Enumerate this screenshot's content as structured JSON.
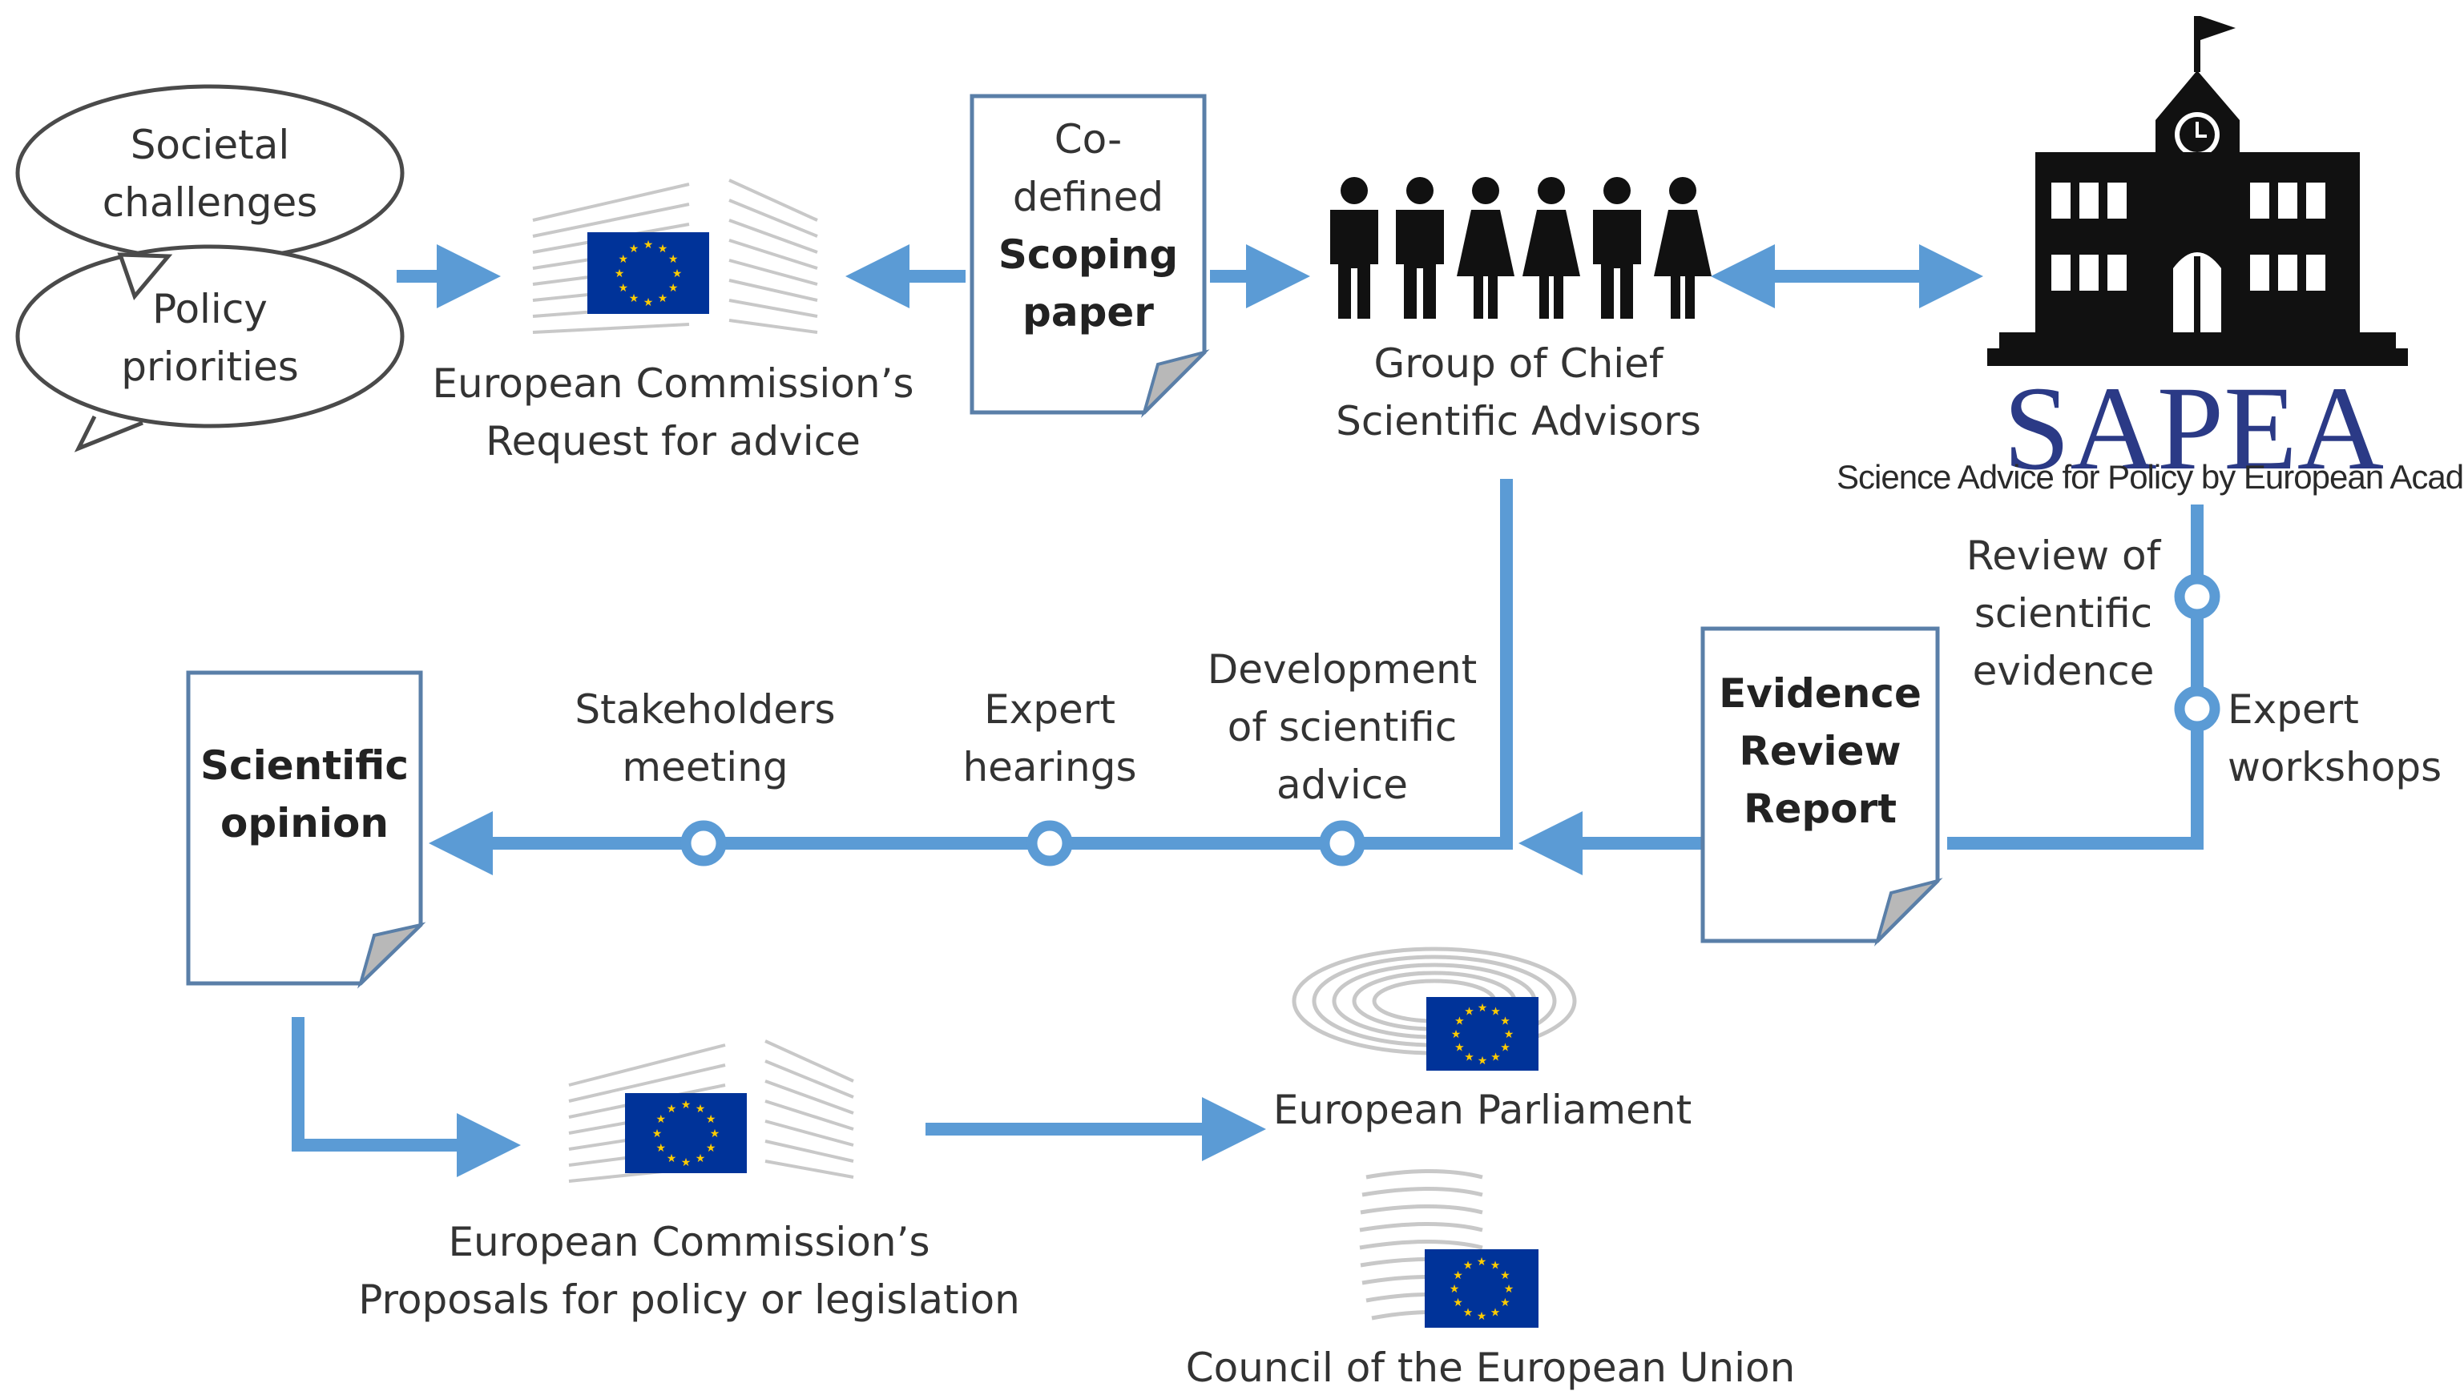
{
  "bubbles": {
    "societal": "Societal challenges",
    "societal_lines": [
      "Societal",
      "challenges"
    ],
    "policy_lines": [
      "Policy",
      "priorities"
    ]
  },
  "commission_request": [
    "European Commission’s",
    "Request for advice"
  ],
  "scoping": {
    "line1": "Co-",
    "line2": "defined",
    "line3": "Scoping",
    "line4": "paper"
  },
  "gcsa": [
    "Group of Chief",
    "Scientific Advisors"
  ],
  "sapea": {
    "name": "SAPEA",
    "tagline": "Science Advice for Policy by European Academies"
  },
  "sapea_steps": {
    "review": [
      "Review of",
      "scientific",
      "evidence"
    ],
    "workshops": [
      "Expert",
      "workshops"
    ]
  },
  "evidence_report": [
    "Evidence",
    "Review",
    "Report"
  ],
  "advice_steps": {
    "development": [
      "Development",
      "of scientific",
      "advice"
    ],
    "hearings": [
      "Expert",
      "hearings"
    ],
    "stakeholders": [
      "Stakeholders",
      "meeting"
    ]
  },
  "scientific_opinion": [
    "Scientific",
    "opinion"
  ],
  "commission_proposals": [
    "European Commission’s",
    "Proposals for policy or legislation"
  ],
  "parliament": "European Parliament",
  "council": "Council of the European Union",
  "colors": {
    "arrow": "#5b9bd5",
    "eu_blue": "#003399",
    "eu_star": "#ffcc00",
    "sapea_blue": "#2b3a86",
    "building": "#111111"
  }
}
